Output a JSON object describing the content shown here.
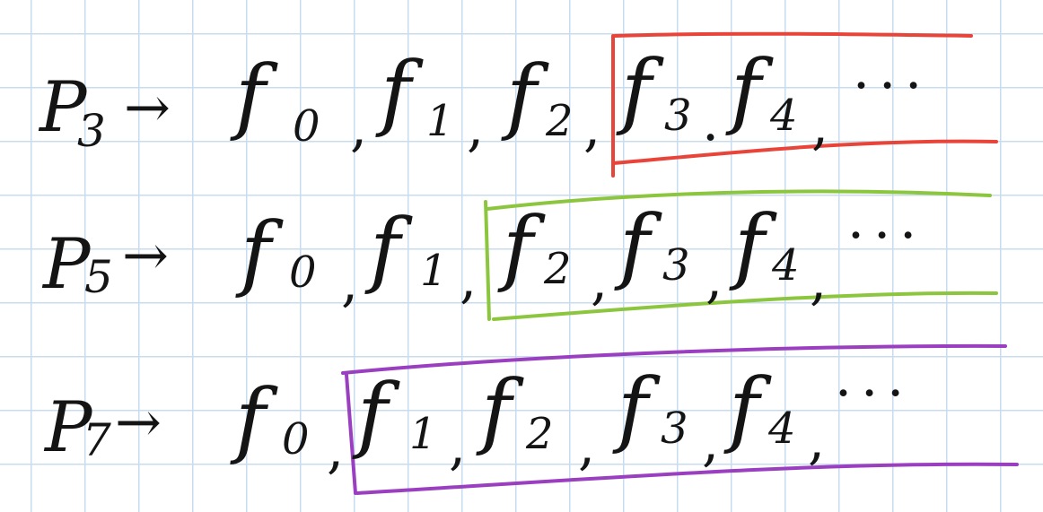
{
  "colors": {
    "ink": "#141414",
    "grid": "#c7dcef",
    "row1_box": "#e8443a",
    "row2_box": "#8cc63f",
    "row3_box": "#9b3fc1"
  },
  "rows": [
    {
      "label": "P",
      "label_sub": "3",
      "arrow": "→",
      "terms": [
        {
          "f": "f",
          "sub": "0",
          "sep": ","
        },
        {
          "f": "f",
          "sub": "1",
          "sep": ","
        },
        {
          "f": "f",
          "sub": "2",
          "sep": ","
        },
        {
          "f": "f",
          "sub": "3",
          "sep": "."
        },
        {
          "f": "f",
          "sub": "4",
          "sep": ","
        }
      ],
      "ellipsis": "···"
    },
    {
      "label": "P",
      "label_sub": "5",
      "arrow": "→",
      "terms": [
        {
          "f": "f",
          "sub": "0",
          "sep": ","
        },
        {
          "f": "f",
          "sub": "1",
          "sep": ","
        },
        {
          "f": "f",
          "sub": "2",
          "sep": ","
        },
        {
          "f": "f",
          "sub": "3",
          "sep": ","
        },
        {
          "f": "f",
          "sub": "4",
          "sep": ","
        }
      ],
      "ellipsis": "···"
    },
    {
      "label": "P",
      "label_sub": "7",
      "arrow": "→",
      "terms": [
        {
          "f": "f",
          "sub": "0",
          "sep": ","
        },
        {
          "f": "f",
          "sub": "1",
          "sep": ","
        },
        {
          "f": "f",
          "sub": "2",
          "sep": ","
        },
        {
          "f": "f",
          "sub": "3",
          "sep": ","
        },
        {
          "f": "f",
          "sub": "4",
          "sep": ","
        }
      ],
      "ellipsis": "···"
    }
  ]
}
